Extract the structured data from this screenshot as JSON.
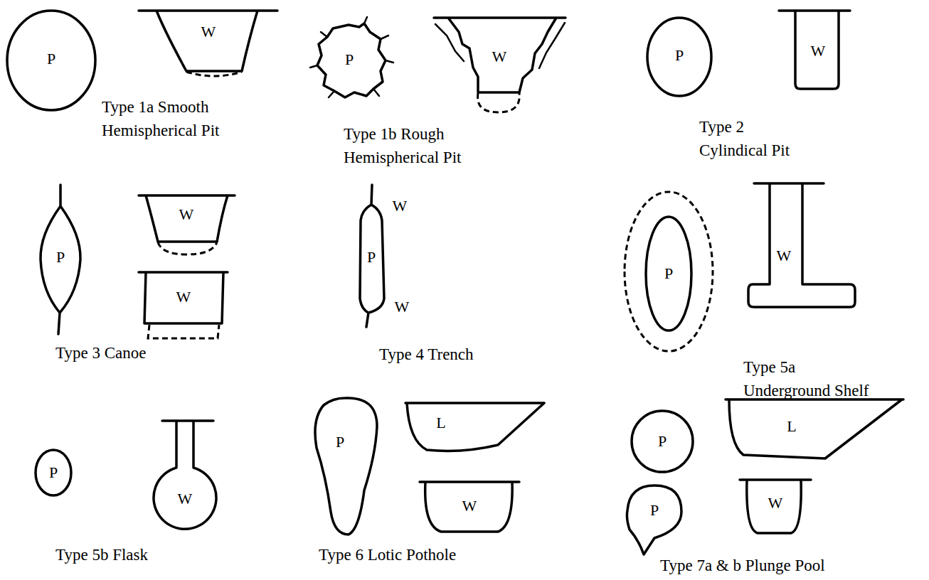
{
  "diagram": {
    "nodes": [
      {
        "text": [
          "P"
        ]
      },
      {
        "text": [
          "W"
        ]
      },
      {
        "text": [
          "P"
        ]
      },
      {
        "text": [
          "W"
        ]
      },
      {
        "text": [
          "P"
        ]
      },
      {
        "text": [
          "W"
        ]
      },
      {
        "text": [
          "P"
        ]
      },
      {
        "text": [
          "W"
        ]
      },
      {
        "text": [
          "W"
        ]
      },
      {
        "text": [
          "P"
        ]
      },
      {
        "text": [
          "P"
        ]
      },
      {
        "text": [
          "W"
        ]
      },
      {
        "text": [
          "P"
        ]
      },
      {
        "text": [
          "W"
        ]
      },
      {
        "text": [
          "P"
        ]
      },
      {
        "text": [
          "L"
        ]
      },
      {
        "text": [
          "W"
        ]
      },
      {
        "text": [
          "P"
        ]
      },
      {
        "text": [
          "L"
        ]
      },
      {
        "text": [
          "P"
        ]
      },
      {
        "text": [
          "W"
        ]
      }
    ],
    "labels": [
      "W",
      "W",
      "Type 1a Smooth Hemispherical Pit",
      "Type 1b Rough Hemispherical Pit",
      "Type 2 Cylindical Pit",
      "Type 3 Canoe",
      "Type 4 Trench",
      "Type 5a Underground Shelf",
      "Type 5b Flask",
      "Type 6 Lotic Pothole",
      "Type 7a & b Plunge Pool"
    ]
  }
}
